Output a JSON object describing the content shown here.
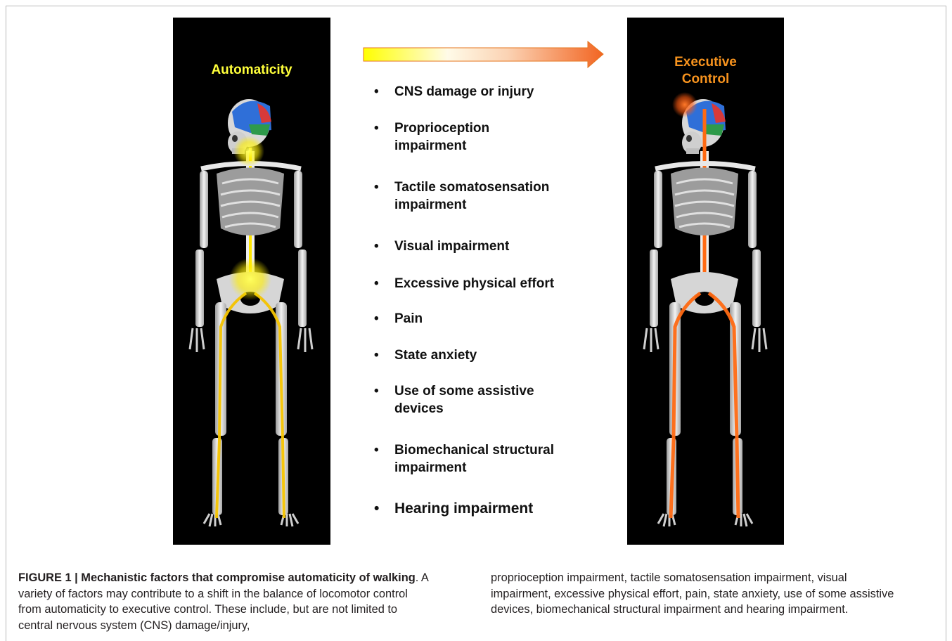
{
  "figure": {
    "left_panel": {
      "title": "Automaticity",
      "accent": "#ffff3a",
      "nerve_color": "#f5c400"
    },
    "right_panel": {
      "title_line1": "Executive",
      "title_line2": "Control",
      "accent": "#f7931e",
      "nerve_color": "#ff6a13"
    },
    "arrow": {
      "from_color": "#ffff00",
      "to_color": "#f26522"
    },
    "bullet_char": "•",
    "factors": [
      {
        "line1": "CNS damage or injury",
        "line2": ""
      },
      {
        "line1": "Proprioception",
        "line2": "impairment"
      },
      {
        "line1": "Tactile somatosensation",
        "line2": "impairment"
      },
      {
        "line1": "Visual impairment",
        "line2": ""
      },
      {
        "line1": "Excessive physical effort",
        "line2": ""
      },
      {
        "line1": "Pain",
        "line2": ""
      },
      {
        "line1": "State anxiety",
        "line2": ""
      },
      {
        "line1": "Use of some assistive",
        "line2": "devices"
      },
      {
        "line1": "Biomechanical structural",
        "line2": "impairment"
      },
      {
        "line1": "Hearing impairment",
        "line2": ""
      }
    ]
  },
  "caption": {
    "label": "FIGURE 1 | Mechanistic factors that compromise automaticity of walking",
    "left_text": ". A variety of factors may contribute to a shift in the balance of locomotor control from automaticity to executive control. These include, but are not limited to central nervous system (CNS) damage/injury,",
    "right_text": "proprioception impairment, tactile somatosensation impairment, visual impairment, excessive physical effort, pain, state anxiety, use of some assistive devices, biomechanical structural impairment and hearing impairment."
  }
}
